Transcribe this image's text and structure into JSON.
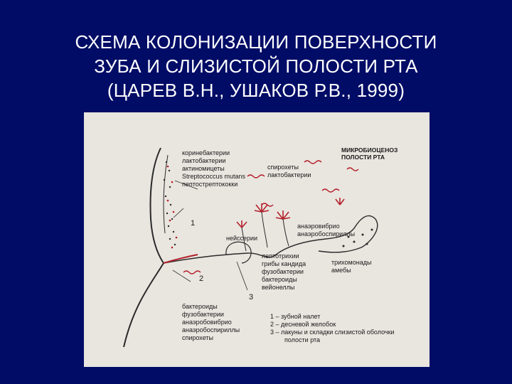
{
  "title": {
    "line1": "СХЕМА КОЛОНИЗАЦИИ ПОВЕРХНОСТИ",
    "line2": "ЗУБА И СЛИЗИСТОЙ ПОЛОСТИ РТА",
    "line3": "(ЦАРЕВ В.Н., УШАКОВ Р.В., 1999)"
  },
  "diagram": {
    "plaque_list": [
      "коринебактерии",
      "лактобактерии",
      "актиномицеты",
      "Streptococcus mutans",
      "пептострептококки"
    ],
    "microbiocenosis": [
      "МИКРОБИОЦЕНОЗ",
      "ПОЛОСТИ РТА"
    ],
    "spirochetes": [
      "спирохеты",
      "лактобактерии"
    ],
    "neisseria": "нейссерии",
    "anaerovibrio": [
      "анаэровибрио",
      "анаэробоспириллы"
    ],
    "lacunae_list": [
      "лептотрихии",
      "грибы кандида",
      "фузобактерии",
      "бактероиды",
      "вейонеллы"
    ],
    "trichomonads": [
      "трихомонады",
      "амебы"
    ],
    "gingival_list": [
      "бактероиды",
      "фузобактерии",
      "анаэробовибрио",
      "анаэробоспириллы",
      "спирохеты"
    ],
    "numbers": [
      "1",
      "2",
      "3"
    ],
    "legend": [
      "1 – зубной налет",
      "2 – десневой желобок",
      "3 – лакуны и складки слизистой оболочки",
      "полости рта"
    ]
  },
  "colors": {
    "background": "#000c66",
    "title_text": "#ffffff",
    "figure_bg": "#e9e5df",
    "outline": "#2a2a2a",
    "bacteria_red": "#b3202a"
  }
}
